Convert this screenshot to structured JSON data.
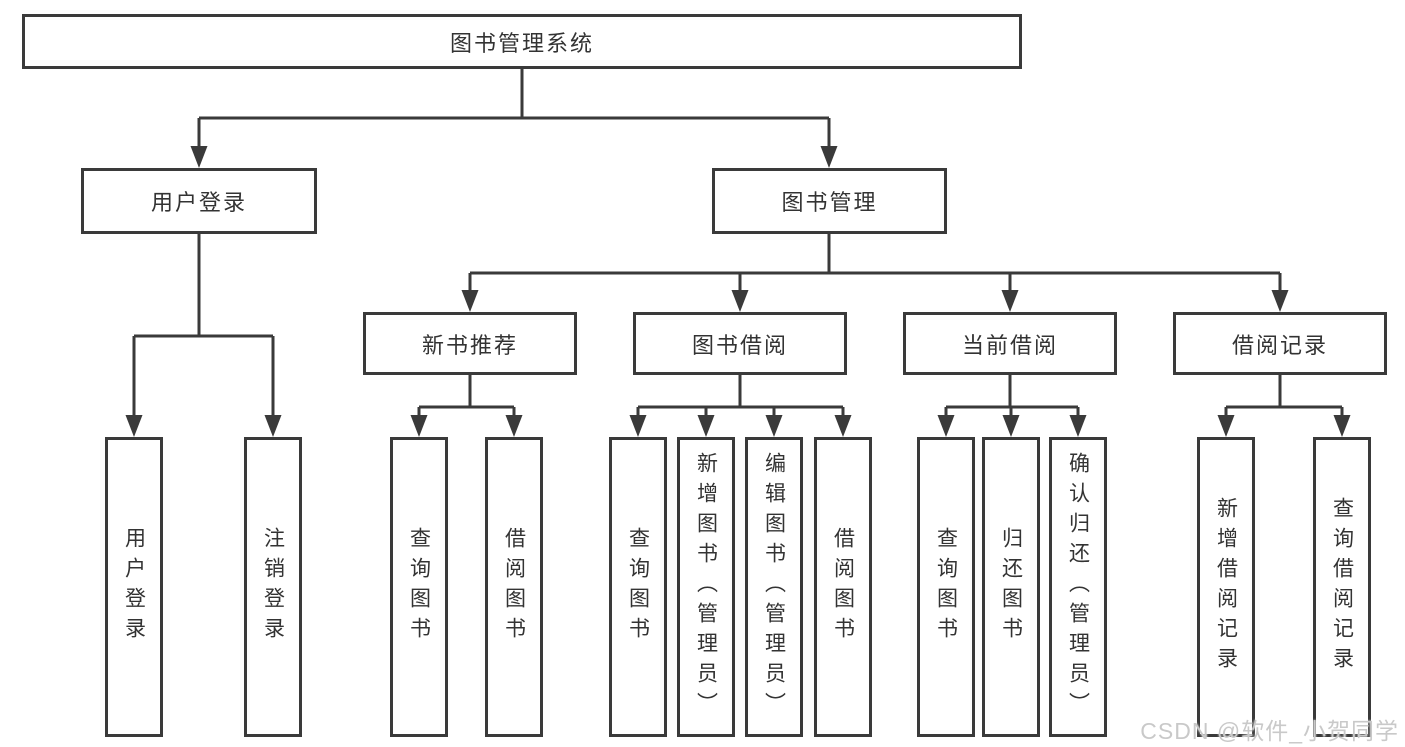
{
  "diagram": {
    "root": {
      "label": "图书管理系统"
    },
    "level2": [
      {
        "label": "用户登录"
      },
      {
        "label": "图书管理"
      }
    ],
    "level3": [
      {
        "label": "新书推荐"
      },
      {
        "label": "图书借阅"
      },
      {
        "label": "当前借阅"
      },
      {
        "label": "借阅记录"
      }
    ],
    "leaves": [
      {
        "label": "用户登录"
      },
      {
        "label": "注销登录"
      },
      {
        "label": "查询图书"
      },
      {
        "label": "借阅图书"
      },
      {
        "label": "查询图书"
      },
      {
        "label": "新增图书（管理员）"
      },
      {
        "label": "编辑图书（管理员）"
      },
      {
        "label": "借阅图书"
      },
      {
        "label": "查询图书"
      },
      {
        "label": "归还图书"
      },
      {
        "label": "确认归还（管理员）"
      },
      {
        "label": "新增借阅记录"
      },
      {
        "label": "查询借阅记录"
      }
    ]
  },
  "watermark": {
    "text": "CSDN @软件_小贺同学"
  },
  "colors": {
    "line": "#3a3a3a",
    "text": "#333333",
    "background": "#ffffff",
    "watermark": "#c9c9c9"
  }
}
